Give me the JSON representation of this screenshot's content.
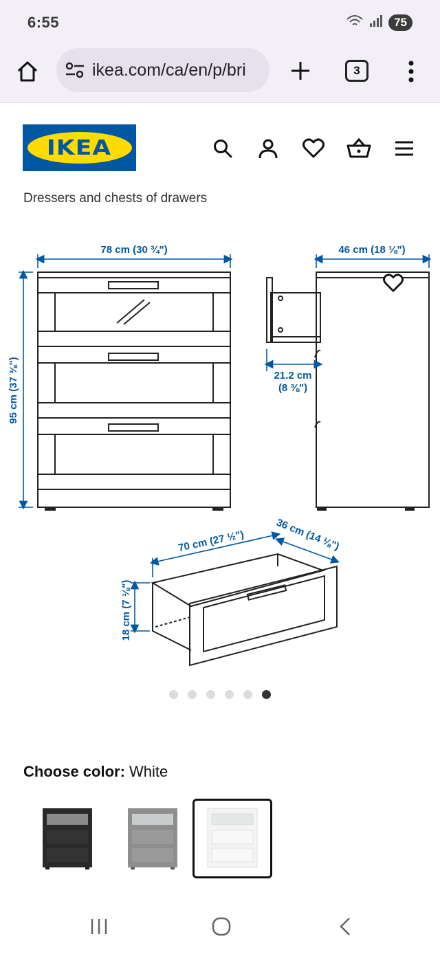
{
  "status": {
    "time": "6:55",
    "battery": "75",
    "wifi_icon": "wifi-icon",
    "signal_icon": "signal-icon"
  },
  "browser": {
    "url": "ikea.com/ca/en/p/bri",
    "tab_count": "3"
  },
  "header": {
    "logo_text": "IKEA",
    "icons": [
      "search-icon",
      "profile-icon",
      "heart-icon",
      "basket-icon",
      "hamburger-icon"
    ],
    "colors": {
      "ikea_blue": "#0058a3",
      "ikea_yellow": "#ffdb00"
    }
  },
  "breadcrumb": {
    "category": "Dressers and chests of drawers"
  },
  "diagram": {
    "width_label": "78 cm (30 ¾\")",
    "height_label": "95 cm (37 ⅜\")",
    "depth_label": "46 cm (18 ⅛\")",
    "drawer_pull_label_1": "21.2 cm",
    "drawer_pull_label_2": "(8 ⅜\")",
    "drawer_width_label": "70 cm (27 ½\")",
    "drawer_depth_label": "36 cm (14 ⅛\")",
    "drawer_height_label": "18 cm (7 ⅛\")",
    "dim_color": "#0058a3"
  },
  "carousel": {
    "count": 6,
    "active_index": 5
  },
  "color_chooser": {
    "label": "Choose color:",
    "selected": "White",
    "options": [
      {
        "name": "Black",
        "body": "#2a2a2a",
        "glass": "#8a8a8a"
      },
      {
        "name": "Gray",
        "body": "#8e8e8e",
        "glass": "#c8cccc"
      },
      {
        "name": "White",
        "body": "#f4f4f4",
        "glass": "#e4e8e6"
      }
    ]
  },
  "navbar": {
    "icons": [
      "recent-apps-icon",
      "home-circle-icon",
      "back-icon"
    ]
  }
}
